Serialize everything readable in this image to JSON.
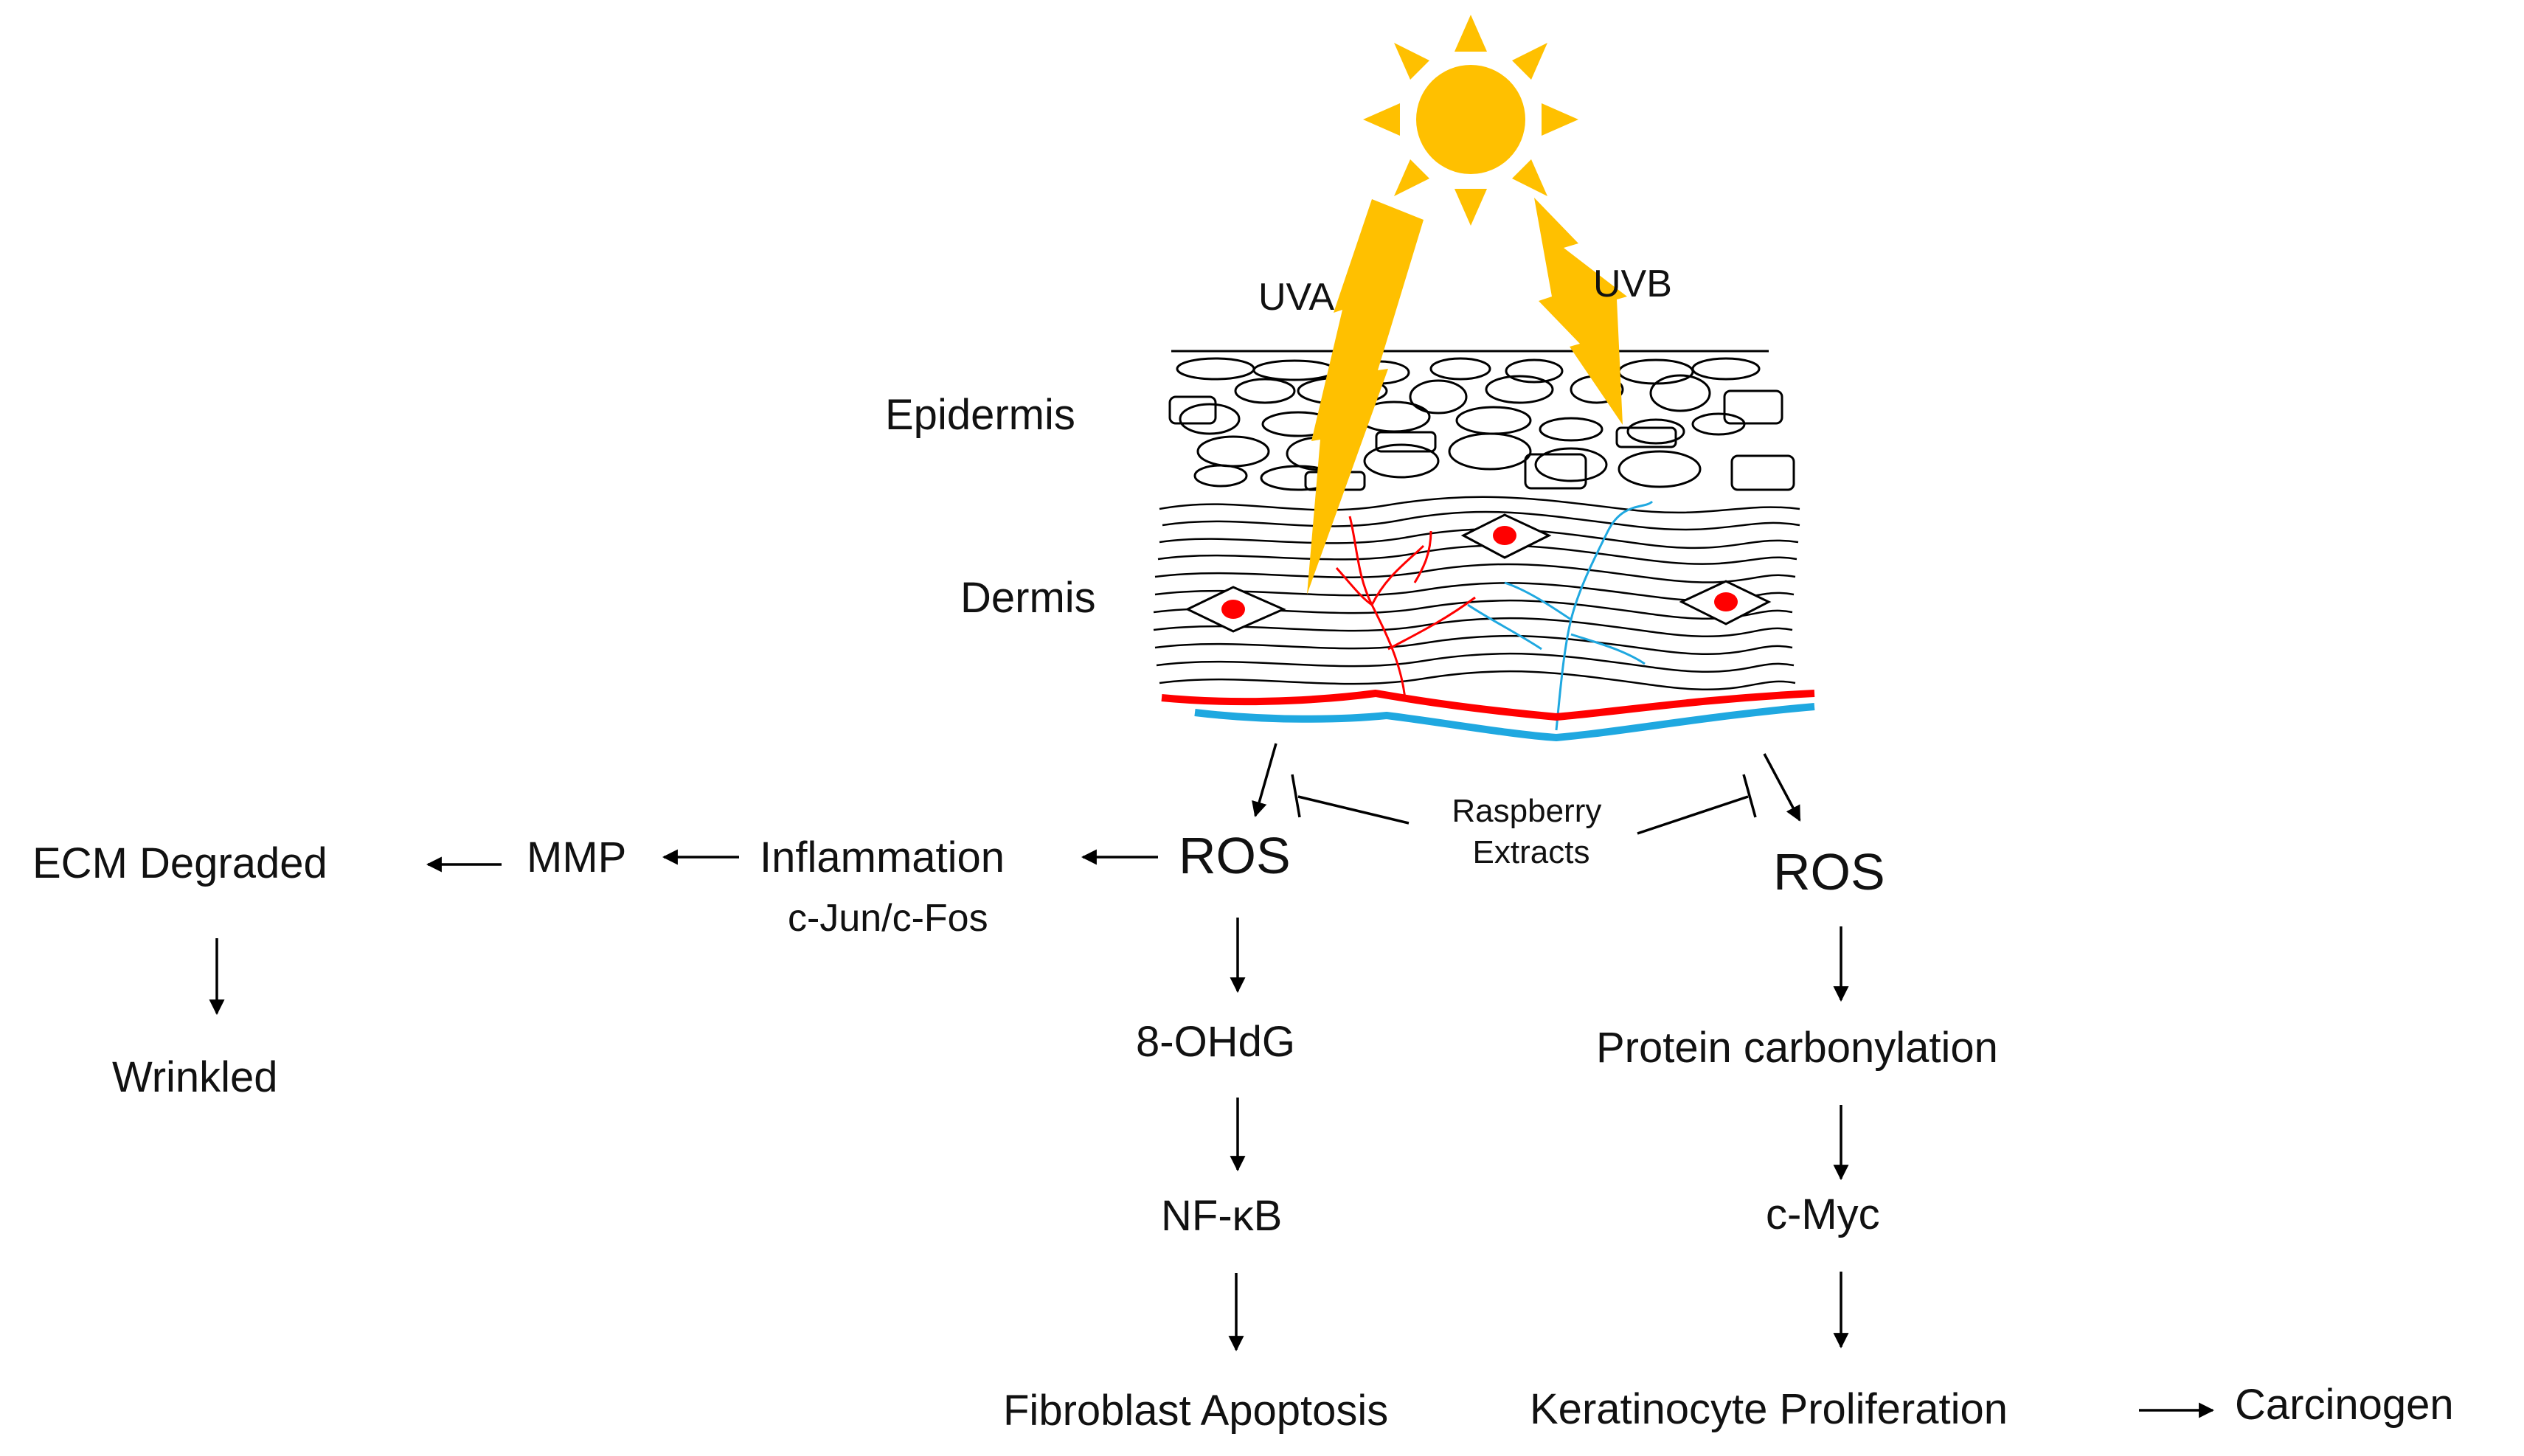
{
  "labels": {
    "uva": "UVA",
    "uvb": "UVB",
    "epidermis": "Epidermis",
    "dermis": "Dermis",
    "raspberry_line1": "Raspberry",
    "raspberry_line2": "Extracts",
    "ros_left": "ROS",
    "ros_right": "ROS",
    "inflammation": "Inflammation",
    "cjun_cfos": "c-Jun/c-Fos",
    "mmp": "MMP",
    "ecm_degraded": "ECM Degraded",
    "wrinkled": "Wrinkled",
    "ohdg": "8-OHdG",
    "nfkb": "NF-κB",
    "fibroblast_apoptosis": "Fibroblast Apoptosis",
    "protein_carbonylation": "Protein carbonylation",
    "cmyc": "c-Myc",
    "keratinocyte_proliferation": "Keratinocyte Proliferation",
    "carcinogen": "Carcinogen"
  },
  "colors": {
    "sun": "#FFC000",
    "nucleus": "#FF0000",
    "artery": "#FF0000",
    "vein": "#1FA8E0",
    "ink": "#000000"
  }
}
